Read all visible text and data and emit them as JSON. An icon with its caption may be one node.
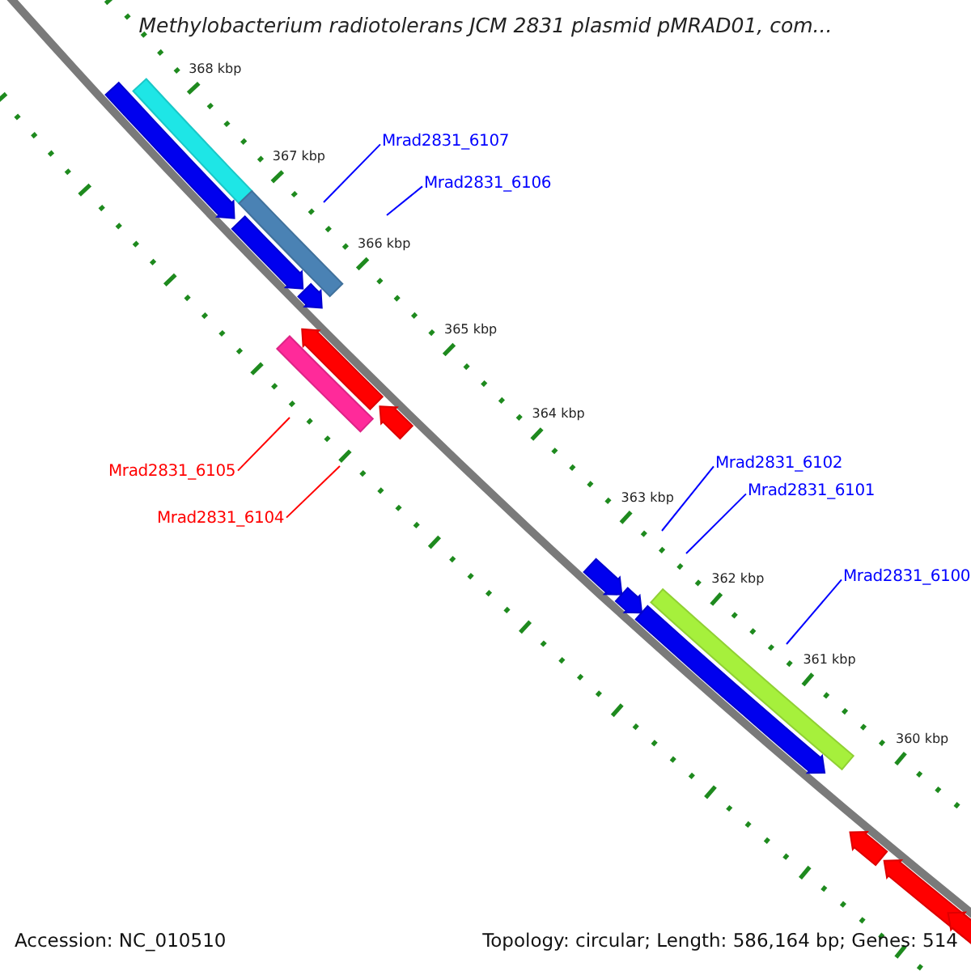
{
  "diagram": {
    "title": "Methylobacterium radiotolerans JCM 2831 plasmid pMRAD01, com...",
    "nodes": [
      {
        "text": [
          "Mrad2831_6107"
        ]
      },
      {
        "text": [
          "Mrad2831_6106"
        ]
      },
      {
        "text": [
          "Mrad2831_6105"
        ]
      },
      {
        "text": [
          "Mrad2831_6104"
        ]
      },
      {
        "text": [
          "Mrad2831_6102"
        ]
      },
      {
        "text": [
          "Mrad2831_6101"
        ]
      },
      {
        "text": [
          "Mrad2831_6100"
        ]
      }
    ],
    "edges": [
      {
        "from": 0,
        "to": null,
        "arrow": "none"
      },
      {
        "from": 1,
        "to": null,
        "arrow": "none"
      },
      {
        "from": 2,
        "to": null,
        "arrow": "none",
        "color": "#ff0000"
      },
      {
        "from": 3,
        "to": null,
        "arrow": "none",
        "color": "#ff0000"
      },
      {
        "from": 4,
        "to": null,
        "arrow": "none"
      },
      {
        "from": 5,
        "to": null,
        "arrow": "none"
      },
      {
        "from": 6,
        "to": null,
        "arrow": "none"
      }
    ],
    "labels": [
      "368 kbp",
      "367 kbp",
      "366 kbp",
      "365 kbp",
      "364 kbp",
      "363 kbp",
      "362 kbp",
      "361 kbp",
      "360 kbp",
      "Accession: NC_010510",
      "Topology: circular; Length: 586,164 bp; Genes: 514"
    ]
  }
}
